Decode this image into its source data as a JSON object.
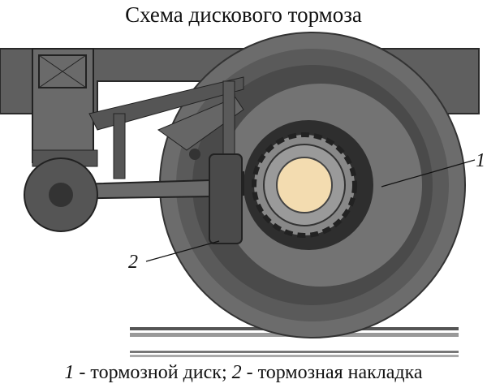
{
  "title": "Схема дискового тормоза",
  "labels": {
    "one": "1",
    "two": "2"
  },
  "caption": {
    "num1": "1",
    "text1": " - тормозной диск; ",
    "num2": "2",
    "text2": " - тормозная накладка"
  }
}
